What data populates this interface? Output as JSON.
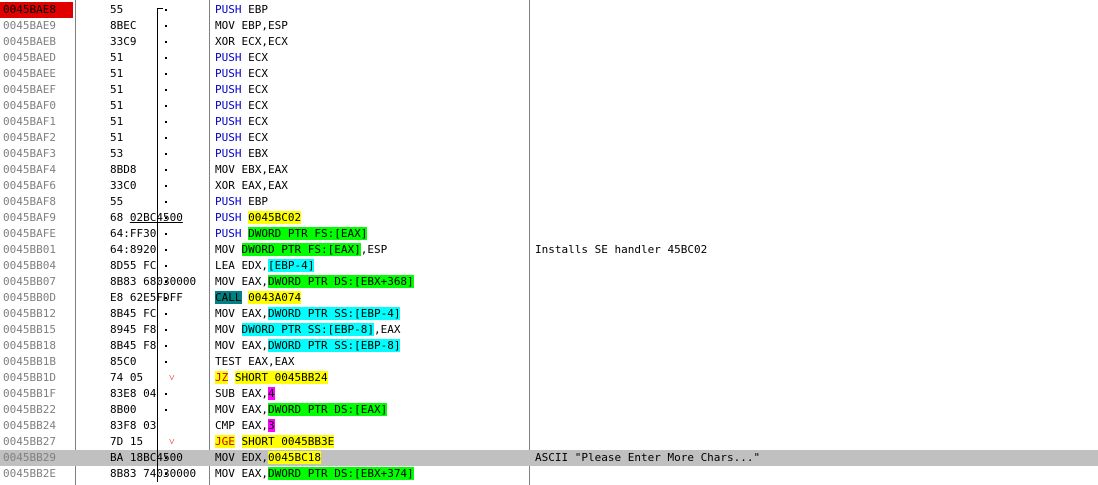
{
  "rows": [
    {
      "addr": "0045BAE8",
      "hex": "55",
      "asm": [
        {
          "t": "PUSH",
          "c": "mn-push"
        },
        {
          "t": " EBP"
        }
      ],
      "comment": "",
      "addr_hl": true,
      "mark": "top"
    },
    {
      "addr": "0045BAE9",
      "hex": "8BEC",
      "asm": [
        {
          "t": "MOV EBP,ESP"
        }
      ],
      "comment": "",
      "mark": "bar"
    },
    {
      "addr": "0045BAEB",
      "hex": "33C9",
      "asm": [
        {
          "t": "XOR ECX,ECX"
        }
      ],
      "comment": "",
      "mark": "bar"
    },
    {
      "addr": "0045BAED",
      "hex": "51",
      "asm": [
        {
          "t": "PUSH",
          "c": "mn-push"
        },
        {
          "t": " ECX"
        }
      ],
      "comment": "",
      "mark": "bar"
    },
    {
      "addr": "0045BAEE",
      "hex": "51",
      "asm": [
        {
          "t": "PUSH",
          "c": "mn-push"
        },
        {
          "t": " ECX"
        }
      ],
      "comment": "",
      "mark": "bar"
    },
    {
      "addr": "0045BAEF",
      "hex": "51",
      "asm": [
        {
          "t": "PUSH",
          "c": "mn-push"
        },
        {
          "t": " ECX"
        }
      ],
      "comment": "",
      "mark": "bar"
    },
    {
      "addr": "0045BAF0",
      "hex": "51",
      "asm": [
        {
          "t": "PUSH",
          "c": "mn-push"
        },
        {
          "t": " ECX"
        }
      ],
      "comment": "",
      "mark": "bar"
    },
    {
      "addr": "0045BAF1",
      "hex": "51",
      "asm": [
        {
          "t": "PUSH",
          "c": "mn-push"
        },
        {
          "t": " ECX"
        }
      ],
      "comment": "",
      "mark": "bar"
    },
    {
      "addr": "0045BAF2",
      "hex": "51",
      "asm": [
        {
          "t": "PUSH",
          "c": "mn-push"
        },
        {
          "t": " ECX"
        }
      ],
      "comment": "",
      "mark": "bar"
    },
    {
      "addr": "0045BAF3",
      "hex": "53",
      "asm": [
        {
          "t": "PUSH",
          "c": "mn-push"
        },
        {
          "t": " EBX"
        }
      ],
      "comment": "",
      "mark": "bar"
    },
    {
      "addr": "0045BAF4",
      "hex": "8BD8",
      "asm": [
        {
          "t": "MOV EBX,EAX"
        }
      ],
      "comment": "",
      "mark": "bar"
    },
    {
      "addr": "0045BAF6",
      "hex": "33C0",
      "asm": [
        {
          "t": "XOR EAX,EAX"
        }
      ],
      "comment": "",
      "mark": "bar"
    },
    {
      "addr": "0045BAF8",
      "hex": "55",
      "asm": [
        {
          "t": "PUSH",
          "c": "mn-push"
        },
        {
          "t": " EBP"
        }
      ],
      "comment": "",
      "mark": "bar"
    },
    {
      "addr": "0045BAF9",
      "hex": "68 02BC4500",
      "hex_ul": "02BC4500",
      "asm": [
        {
          "t": "PUSH",
          "c": "mn-push"
        },
        {
          "t": " "
        },
        {
          "t": "0045BC02",
          "c": "hl-y"
        }
      ],
      "comment": "",
      "mark": "bar"
    },
    {
      "addr": "0045BAFE",
      "hex": "64:FF30",
      "asm": [
        {
          "t": "PUSH",
          "c": "mn-push"
        },
        {
          "t": " "
        },
        {
          "t": "DWORD PTR FS:[EAX]",
          "c": "hl-g"
        }
      ],
      "comment": "",
      "mark": "bar"
    },
    {
      "addr": "0045BB01",
      "hex": "64:8920",
      "asm": [
        {
          "t": "MOV "
        },
        {
          "t": "DWORD PTR FS:[EAX]",
          "c": "hl-g"
        },
        {
          "t": ",ESP"
        }
      ],
      "comment": "Installs SE handler 45BC02",
      "mark": "bar"
    },
    {
      "addr": "0045BB04",
      "hex": "8D55 FC",
      "asm": [
        {
          "t": "LEA EDX,"
        },
        {
          "t": "[EBP-4]",
          "c": "hl-c"
        }
      ],
      "comment": "",
      "mark": "bar"
    },
    {
      "addr": "0045BB07",
      "hex": "8B83 68030000",
      "asm": [
        {
          "t": "MOV EAX,"
        },
        {
          "t": "DWORD PTR DS:[EBX+368]",
          "c": "hl-g"
        }
      ],
      "comment": "",
      "mark": "bar"
    },
    {
      "addr": "0045BB0D",
      "hex": "E8 62E5FDFF",
      "asm": [
        {
          "t": "CALL",
          "c": "mn-call"
        },
        {
          "t": " "
        },
        {
          "t": "0043A074",
          "c": "hl-y"
        }
      ],
      "comment": "",
      "mark": "bar"
    },
    {
      "addr": "0045BB12",
      "hex": "8B45 FC",
      "asm": [
        {
          "t": "MOV EAX,"
        },
        {
          "t": "DWORD PTR SS:[EBP-4]",
          "c": "hl-c"
        }
      ],
      "comment": "",
      "mark": "bar"
    },
    {
      "addr": "0045BB15",
      "hex": "8945 F8",
      "asm": [
        {
          "t": "MOV "
        },
        {
          "t": "DWORD PTR SS:[EBP-8]",
          "c": "hl-c"
        },
        {
          "t": ",EAX"
        }
      ],
      "comment": "",
      "mark": "bar"
    },
    {
      "addr": "0045BB18",
      "hex": "8B45 F8",
      "asm": [
        {
          "t": "MOV EAX,"
        },
        {
          "t": "DWORD PTR SS:[EBP-8]",
          "c": "hl-c"
        }
      ],
      "comment": "",
      "mark": "bar"
    },
    {
      "addr": "0045BB1B",
      "hex": "85C0",
      "asm": [
        {
          "t": "TEST EAX,EAX"
        }
      ],
      "comment": "",
      "mark": "bar"
    },
    {
      "addr": "0045BB1D",
      "hex": "74 05",
      "asm": [
        {
          "t": "JZ",
          "c": "mn-jcc"
        },
        {
          "t": " "
        },
        {
          "t": "SHORT 0045BB24",
          "c": "hl-y"
        }
      ],
      "comment": "",
      "mark": "jmp"
    },
    {
      "addr": "0045BB1F",
      "hex": "83E8 04",
      "asm": [
        {
          "t": "SUB EAX,"
        },
        {
          "t": "4",
          "c": "hl-m"
        }
      ],
      "comment": "",
      "mark": "bar"
    },
    {
      "addr": "0045BB22",
      "hex": "8B00",
      "asm": [
        {
          "t": "MOV EAX,"
        },
        {
          "t": "DWORD PTR DS:[EAX]",
          "c": "hl-g"
        }
      ],
      "comment": "",
      "mark": "bar"
    },
    {
      "addr": "0045BB24",
      "hex": "83F8 03",
      "asm": [
        {
          "t": "CMP EAX,"
        },
        {
          "t": "3",
          "c": "hl-m"
        }
      ],
      "comment": "",
      "mark": "none"
    },
    {
      "addr": "0045BB27",
      "hex": "7D 15",
      "asm": [
        {
          "t": "JGE",
          "c": "mn-jcc"
        },
        {
          "t": " "
        },
        {
          "t": "SHORT 0045BB3E",
          "c": "hl-y"
        }
      ],
      "comment": "",
      "mark": "jmp"
    },
    {
      "addr": "0045BB29",
      "hex": "BA 18BC4500",
      "asm": [
        {
          "t": "MOV EDX,"
        },
        {
          "t": "0045BC18",
          "c": "hl-y"
        }
      ],
      "comment": "ASCII \"Please Enter More Chars...\"",
      "mark": "bar",
      "selected": true
    },
    {
      "addr": "0045BB2E",
      "hex": "8B83 74030000",
      "asm": [
        {
          "t": "MOV EAX,"
        },
        {
          "t": "DWORD PTR DS:[EBX+374]",
          "c": "hl-g"
        }
      ],
      "comment": "",
      "mark": "bar"
    }
  ]
}
